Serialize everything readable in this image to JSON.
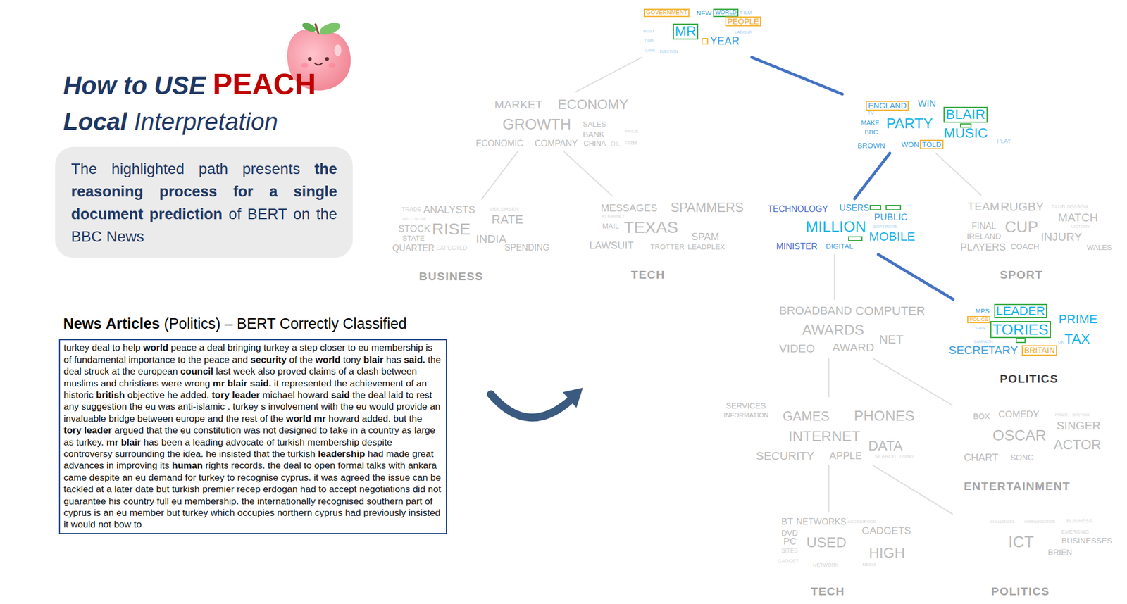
{
  "diagram": {
    "title": "How to USE PEACH Local Interpretation",
    "nodes": [
      {
        "text": [
          "The highlighted path presents the reasoning process for a single document prediction of BERT on the BBC News"
        ]
      },
      {
        "text": [
          "News Articles (Politics) – BERT Correctly Classified",
          "turkey deal to help world peace a deal bringing turkey a step closer to eu membership is of fundamental importance to the peace and security of the world tony blair has said. the deal struck at the european council last week also proved claims of a clash between muslims and christians were wrong mr blair said. it represented the achievement of an historic british objective he added. tory leader michael howard said the deal laid to rest any suggestion the eu was anti-islamic . turkey s involvement with the eu would provide an invaluable bridge between europe and the rest of the world mr howard added. but the tory leader argued that the eu constitution was not designed to take in a country as large as turkey. mr blair has been a leading advocate of turkish membership despite controversy surrounding the idea. he insisted that the turkish leadership had made great advances in improving its human rights records. the deal to open formal talks with ankara came despite an eu demand for turkey to recognise cyprus. it was agreed the issue can be tackled at a later date but turkish premier recep erdogan had to accept negotiations did not guarantee his country full eu membership. the internationally recognised southern part of cyprus is an eu member but turkey which occupies northern cyprus had previously insisted it would not bow to"
        ]
      },
      {
        "text": [
          "GOVERNMENT",
          "NEW",
          "WORLD",
          "FILM",
          "PEOPLE",
          "BEST",
          "MR",
          "LABOUR",
          "TIME",
          "YEAR",
          "GAME",
          "ELECTION"
        ]
      },
      {
        "text": [
          "MARKET",
          "ECONOMY",
          "GROWTH",
          "SALES",
          "PRICE",
          "BANK",
          "ECONOMIC",
          "COMPANY",
          "CHINA",
          "OIL",
          "FIRM"
        ]
      },
      {
        "text": [
          "ENGLAND",
          "WIN",
          "TV",
          "BLAIR",
          "MAKE",
          "PARTY",
          "BBC",
          "MUSIC",
          "PLAY",
          "BROWN",
          "WON",
          "TOLD"
        ]
      },
      {
        "text": [
          "TRADE",
          "ANALYSTS",
          "DECEMBER",
          "DEUTSCHE",
          "RATE",
          "STOCK",
          "RISE",
          "STATE",
          "INDIA",
          "QUARTER",
          "EXPECTED",
          "SPENDING",
          "BUSINESS"
        ]
      },
      {
        "text": [
          "MESSAGES",
          "SPAMMERS",
          "ATTORNEY",
          "MAIL",
          "TEXAS",
          "SPAM",
          "LAWSUIT",
          "TROTTER",
          "LEADPLEX",
          "TECH"
        ]
      },
      {
        "text": [
          "TECHNOLOGY",
          "USERS",
          "PUBLIC",
          "MILLION",
          "SOFTWARE",
          "MOBILE",
          "MINISTER",
          "DIGITAL"
        ]
      },
      {
        "text": [
          "TEAM",
          "RUGBY",
          "CLUB",
          "SEASON",
          "MATCH",
          "FINAL",
          "CUP",
          "VICTORY",
          "IRELAND",
          "INJURY",
          "PLAYERS",
          "COACH",
          "WALES",
          "SPORT"
        ]
      },
      {
        "text": [
          "BROADBAND",
          "COMPUTER",
          "AWARDS",
          "NET",
          "VIDEO",
          "AWARD"
        ]
      },
      {
        "text": [
          "MPS",
          "LEADER",
          "PRIME",
          "POLICE",
          "LAW",
          "TORIES",
          "CAMPAIGN",
          "UK",
          "TAX",
          "SECRETARY",
          "BRITAIN",
          "POLITICS"
        ]
      },
      {
        "text": [
          "SERVICES",
          "INFORMATION",
          "GAMES",
          "PHONES",
          "INTERNET",
          "DATA",
          "SECURITY",
          "APPLE",
          "SEARCH",
          "USING"
        ]
      },
      {
        "text": [
          "BOX",
          "COMEDY",
          "PRIZE",
          "BRITISH",
          "SINGER",
          "OSCAR",
          "ACTOR",
          "CHART",
          "SONG",
          "ENTERTAINMENT"
        ]
      },
      {
        "text": [
          "BT",
          "NETWORKS",
          "ACCESS",
          "PODS",
          "GADGETS",
          "DVD",
          "PC",
          "USED",
          "SITES",
          "HIGH",
          "GADGET",
          "NETWORK",
          "MEDIA",
          "TECH"
        ]
      },
      {
        "text": [
          "CHALLENGES",
          "COMMUNICATION",
          "BUSINESS",
          "EMERGING",
          "ICT",
          "BUSINESSES",
          "BRIEN",
          "POLITICS"
        ]
      }
    ],
    "edges": [
      {
        "from": 2,
        "to": 3,
        "arrow": "none"
      },
      {
        "from": 2,
        "to": 4,
        "arrow": "none"
      },
      {
        "from": 3,
        "to": 5,
        "arrow": "none"
      },
      {
        "from": 3,
        "to": 6,
        "arrow": "none"
      },
      {
        "from": 4,
        "to": 7,
        "arrow": "none"
      },
      {
        "from": 4,
        "to": 8,
        "arrow": "none"
      },
      {
        "from": 7,
        "to": 9,
        "arrow": "none"
      },
      {
        "from": 7,
        "to": 10,
        "arrow": "none"
      },
      {
        "from": 9,
        "to": 11,
        "arrow": "none"
      },
      {
        "from": 9,
        "to": 12,
        "arrow": "none"
      },
      {
        "from": 11,
        "to": 13,
        "arrow": "none"
      },
      {
        "from": 11,
        "to": 14,
        "arrow": "none"
      }
    ]
  }
}
